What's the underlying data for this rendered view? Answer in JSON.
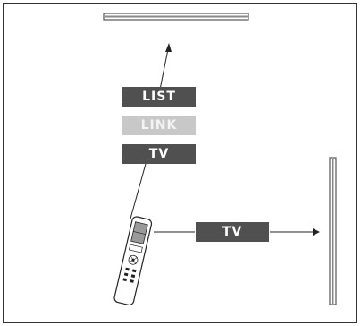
{
  "labels": {
    "list": "LIST",
    "link": "LINK",
    "tv_stack": "TV",
    "tv_side": "TV"
  },
  "colors": {
    "dark_box": "#505050",
    "light_box": "#c8c8c8",
    "line": "#222222",
    "border": "#333333"
  }
}
